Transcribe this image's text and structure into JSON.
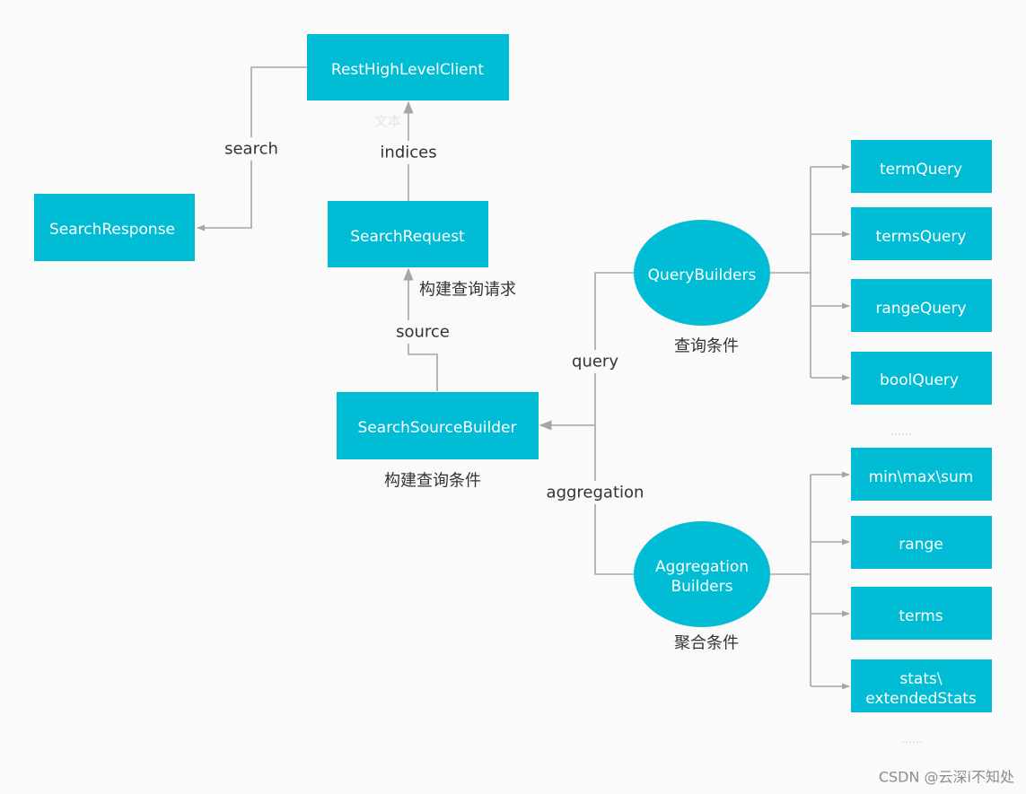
{
  "colors": {
    "node": "#00bcd4",
    "edge": "#a6a6a6",
    "background": "#fafafa",
    "text": "#333333"
  },
  "nodes": {
    "rest_client": "RestHighLevelClient",
    "search_response": "SearchResponse",
    "search_request": "SearchRequest",
    "search_source_builder": "SearchSourceBuilder",
    "query_builders": "QueryBuilders",
    "aggregation_builders_line1": "Aggregation",
    "aggregation_builders_line2": "Builders",
    "term_query": "termQuery",
    "terms_query": "termsQuery",
    "range_query": "rangeQuery",
    "bool_query": "boolQuery",
    "min_max_sum": "min\\max\\sum",
    "range": "range",
    "terms": "terms",
    "stats_line1": "stats\\",
    "stats_line2": "extendedStats"
  },
  "edge_labels": {
    "search": "search",
    "indices": "indices",
    "source": "source",
    "query": "query",
    "aggregation": "aggregation",
    "ghost_text": "文本"
  },
  "captions": {
    "build_request": "构建查询请求",
    "build_condition": "构建查询条件",
    "query_condition": "查询条件",
    "aggregation_condition": "聚合条件"
  },
  "ellipsis": {
    "query_more": "......",
    "aggregation_more": "......"
  },
  "watermark": "CSDN @云深i不知处"
}
